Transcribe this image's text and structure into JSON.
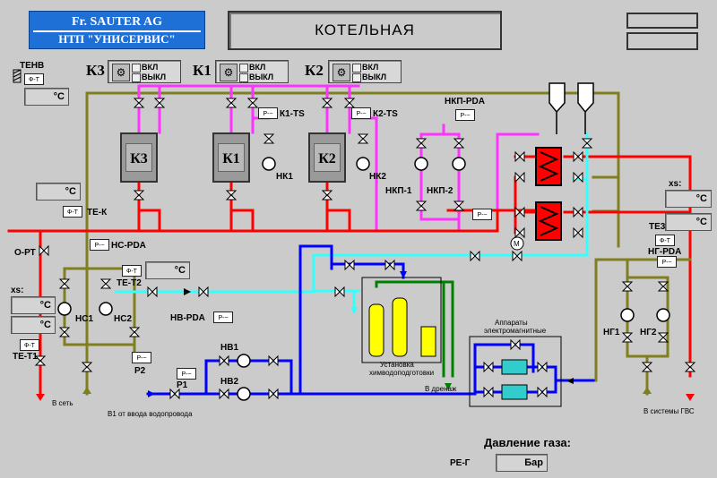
{
  "header": {
    "company": "Fr. SAUTER AG",
    "subtitle": "НТП \"УНИСЕРВИС\"",
    "title": "КОТЕЛЬНАЯ"
  },
  "switches": [
    {
      "id": "K3",
      "label": "К3",
      "on": "ВКЛ",
      "off": "ВЫКЛ"
    },
    {
      "id": "K1",
      "label": "К1",
      "on": "ВКЛ",
      "off": "ВЫКЛ"
    },
    {
      "id": "K2",
      "label": "К2",
      "on": "ВКЛ",
      "off": "ВЫКЛ"
    }
  ],
  "boilers": [
    "К3",
    "К1",
    "К2"
  ],
  "labels": {
    "tenv": "ТЕНВ",
    "k1ts": "К1-TS",
    "k2ts": "К2-TS",
    "nkp_pda": "НКП-PDA",
    "nk1": "НК1",
    "nk2": "НК2",
    "nkp1": "НКП-1",
    "nkp2": "НКП-2",
    "te_k": "ТЕ-К",
    "o_rt": "О-РТ",
    "ns_pda": "НС-PDA",
    "te_t2": "ТЕ-Т2",
    "xs_left": "xs:",
    "ns1": "НС1",
    "ns2": "НС2",
    "p2": "Р2",
    "te_t1": "ТЕ-Т1",
    "v_set": "В сеть",
    "nv_pda": "НВ-PDA",
    "nv1": "НВ1",
    "nv2": "НВ2",
    "p1": "Р1",
    "v1": "В1 от ввода водопровода",
    "water_treat_1": "Установка",
    "water_treat_2": "химводоподготовки",
    "drain": "В дренаж",
    "apparaty_1": "Аппараты",
    "apparaty_2": "электромагнитные",
    "xs_right": "xs:",
    "te3": "ТЕ3",
    "ng_pda": "НГ-PDA",
    "ng1": "НГ1",
    "ng2": "НГ2",
    "v_gvs": "В системы ГВС",
    "motor": "М"
  },
  "readouts": {
    "tenv": "°С",
    "te_k": "°С",
    "te_t2": "°С",
    "t_left_1": "°С",
    "t_left_2": "°С",
    "t_right_1": "°С",
    "t_right_2": "°С"
  },
  "gas": {
    "title": "Давление газа:",
    "tag": "РЕ-Г",
    "unit": "Бар"
  },
  "colors": {
    "supply": "#ff0000",
    "return": "#7f7f1f",
    "boiler_loop": "#ff33ff",
    "cold_water": "#0000ff",
    "treated_water": "#33ffff",
    "drain": "#008000"
  }
}
